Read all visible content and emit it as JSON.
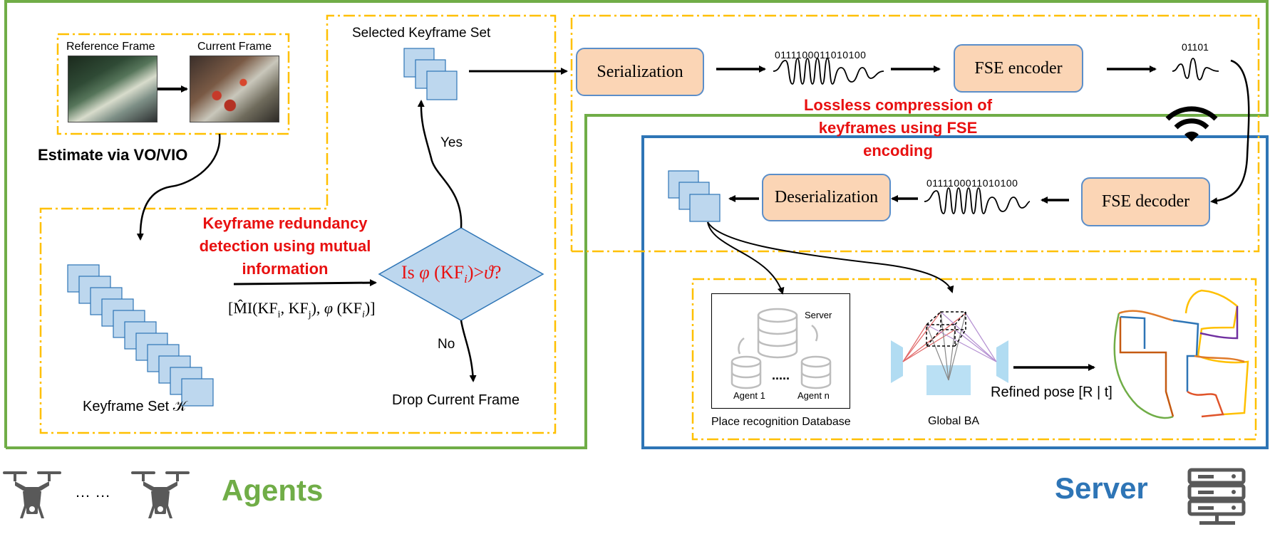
{
  "colors": {
    "agent_green": "#70ad47",
    "server_blue": "#2e75b6",
    "dash_orange": "#ffc000",
    "box_fill": "#fbd5b5",
    "red_text": "#e81010",
    "frame_blue": "#bdd7ee"
  },
  "agent_side": {
    "reference_frame_label": "Reference Frame",
    "current_frame_label": "Current Frame",
    "estimate_label": "Estimate via VO/VIO",
    "keyframe_set_label": "Keyframe Set 𝒦",
    "redundancy_annotation": "Keyframe redundancy detection using mutual information",
    "mi_formula": "[M̂I(KF_i, KF_j), φ (KF_i)]",
    "decision_text": "Is φ (KF_i)>ϑ?",
    "yes_label": "Yes",
    "no_label": "No",
    "selected_keyframe_label": "Selected Keyframe Set",
    "drop_frame_label": "Drop Current Frame"
  },
  "compression": {
    "serialization_label": "Serialization",
    "bitstream_1": "0111100011010100",
    "fse_encoder_label": "FSE encoder",
    "bitstream_short": "01101",
    "annotation": "Lossless compression of keyframes using FSE encoding"
  },
  "server_side": {
    "fse_decoder_label": "FSE decoder",
    "bitstream_2": "0111100011010100",
    "deserialization_label": "Deserialization",
    "db_server_label": "Server",
    "db_agent1_label": "Agent 1",
    "db_dots": ".....",
    "db_agentn_label": "Agent n",
    "place_recognition_label": "Place recognition Database",
    "global_ba_label": "Global BA",
    "refined_pose_label": "Refined pose [R | t]"
  },
  "legend": {
    "dots": "… …",
    "agents_label": "Agents",
    "server_label": "Server"
  },
  "icons": [
    "drone-icon",
    "wifi-icon",
    "server-rack-icon",
    "database-icon"
  ]
}
